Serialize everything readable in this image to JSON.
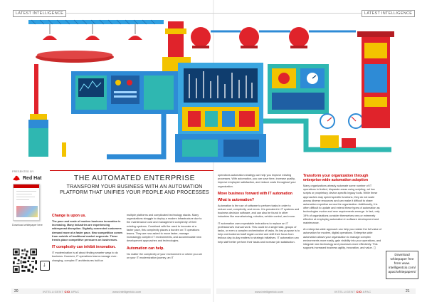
{
  "section_label_left": "LATEST INTELLIGENCE",
  "section_label_right": "LATEST INTELLIGENCE",
  "sidebar": {
    "presented_by": "PRESENTED BY",
    "brand": "Red Hat",
    "cover_caption": "Download whitepaper here"
  },
  "article": {
    "title": "THE AUTOMATED ENTERPRISE",
    "deck": "TRANSFORM YOUR BUSINESS WITH AN AUTOMATION PLATFORM THAT UNIFIES YOUR PEOPLE AND PROCESSES",
    "col1": {
      "h1": "Change is upon us.",
      "p1": "The pace and scale of modern business innovation is increasing. Many industries are experiencing widespread disruption. Digitally connected customers demand more at a faster pace. New competition comes from outside of traditional market segments. These trends place competitive pressures on businesses.",
      "h2": "IT complexity can inhibit innovation.",
      "p2": "IT modernization is all about finding smarter ways to do business. However, IT operations teams manage ever-changing, complex IT architectures built on"
    },
    "col2": {
      "p1": "multiple platforms and complicated technology stacks. Many organizations struggle to deploy a modern infrastructure due to the maintenance cost and management complexity of their existing systems. Combined with the need to innovate at a faster pace, this complexity places a burden on IT operations teams. They are now asked to move faster, manage increasingly complex IT environments, and accommodate new development approaches and technologies.",
      "h1": "Automation can help.",
      "p2": "No matter the complexity of your environment or where you are on your IT modernization journey, an IT"
    },
    "col3": {
      "p1": "operations automation strategy can help you improve existing processes. With automation, you can save time, increase quality, improve employee satisfaction, and reduce costs throughout your organization.",
      "h1": "Move business forward with IT automation",
      "h2": "What is automation?",
      "p2": "Automation is the use of software to perform tasks in order to reduce cost, complexity, and errors. It is prevalent in IT systems and business decision software, and can also be found in other industries like manufacturing, robotics, vehicle control, and more.",
      "p3": "IT automation uses repeatable instructions to replace an IT professional's manual work. This could be a single task, groups of tasks, or even a complex orchestration of tasks. Its key purpose is to help overburdened staff regain control and shift their focus from tedious day-to-day matters to strategic initiatives. IT automation can help staff better perform their tasks and increase job satisfaction."
    },
    "col4": {
      "h1": "Transform your organization through enterprise-wide automation adoption",
      "p1": "Many organizations already automate some number of IT operations in limited, disparate areas using scripting, ad hoc scripts or proprietary, device-specific legacy tools. While these approaches may speed specific functions, they do not scale across diverse resources and can make it difficult to share automation expertise across the organization. Additionally, it is often difficult to update and extend these types of automation as technologies evolve and new requirements emerge. In fact, only 19% of organizations consider themselves very or extremely effective at employing automation in software development and maintenance.",
      "p2": "An enterprise-wide approach can help you realize the full value of automation for modern, digital operations. Enterprise-wide automation allows your organization to manage complex environments more easily, gain visibility into your operations, and integrate new technology and processes more effectively. This supports increased business agility, innovation, and value. ◻"
    }
  },
  "download_box": "Download whitepaper free from www. intelligentcio.com/ apac/whitepapers/",
  "footer": {
    "page_left": "20",
    "page_right": "21",
    "mag_prefix": "INTELLIGENT",
    "mag_cio": "CIO",
    "mag_suffix": "APAC",
    "url": "www.intelligentcio.com"
  },
  "colors": {
    "accent": "#cc0000",
    "machine_blue": "#2e8bd6",
    "machine_teal": "#2fb7b1",
    "machine_yellow": "#f3c300",
    "machine_red": "#e0232b"
  }
}
